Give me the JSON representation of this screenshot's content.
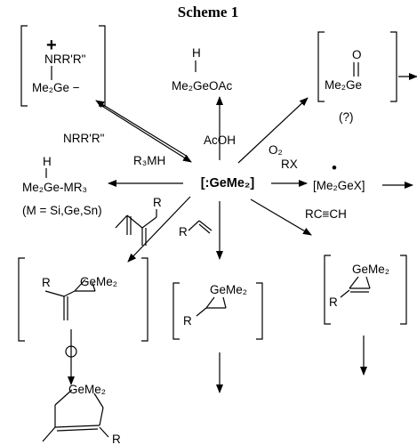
{
  "title": "Scheme 1",
  "center": "[:GeMe₂]",
  "amine_complex": {
    "charge": "+",
    "amine": "NRR'R\"",
    "germyl": "Me₂Ge −",
    "reagent": "NRR'R\""
  },
  "acetic_acid": {
    "product": "Me₂GeOAc",
    "h": "H",
    "reagent": "AcOH"
  },
  "oxygen": {
    "reagent": "O₂",
    "product_ge": "Me₂Ge",
    "product_o": "O",
    "uncertain": "(?)"
  },
  "insertion": {
    "h": "H",
    "product": "Me₂Ge-MR₃",
    "reagent": "R₃MH",
    "note": "(M = Si,Ge,Sn)"
  },
  "halide": {
    "reagent": "RX",
    "radical": "[Me₂GeX]",
    "dot": "•"
  },
  "diene": {
    "substituent": "R",
    "intermediate_ge": "GeMe₂",
    "intermediate_r": "R",
    "product_ge": "GeMe₂",
    "product_r": "R"
  },
  "alkene": {
    "substituent": "R",
    "product_ge": "GeMe₂",
    "product_r": "R"
  },
  "alkyne": {
    "reagent": "RC≡CH",
    "product_ge": "GeMe₂",
    "product_r": "R"
  }
}
